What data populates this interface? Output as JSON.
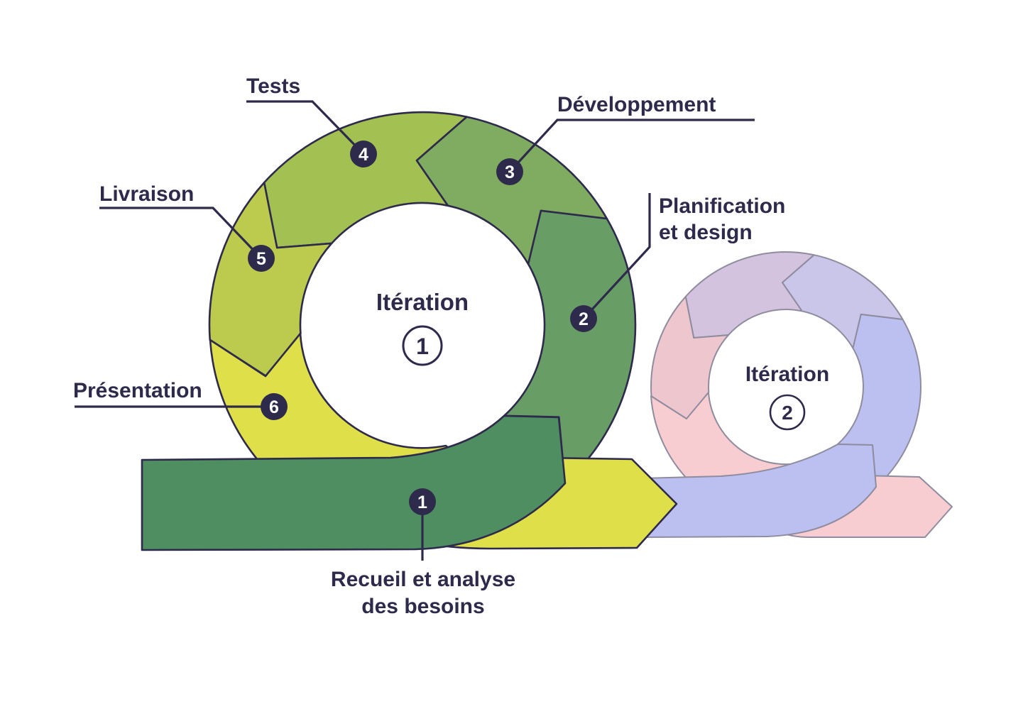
{
  "text_color": "#2e2a4b",
  "background_color": "#ffffff",
  "iteration1": {
    "center_label": "Itération",
    "center_number": "1",
    "outline_color": "#2e2a4c",
    "badge_color": "#2e2a4c",
    "badge_text_color": "#ffffff",
    "steps": [
      {
        "number": "1",
        "label": "Recueil et analyse des besoins",
        "label_line1": "Recueil et analyse",
        "label_line2": "des besoins",
        "color": "#4f8e60"
      },
      {
        "number": "2",
        "label": "Planification et design",
        "label_line1": "Planification",
        "label_line2": "et design",
        "color": "#689e66"
      },
      {
        "number": "3",
        "label": "Développement",
        "color": "#7fac60"
      },
      {
        "number": "4",
        "label": "Tests",
        "color": "#a3c052"
      },
      {
        "number": "5",
        "label": "Livraison",
        "color": "#bccb4d"
      },
      {
        "number": "6",
        "label": "Présentation",
        "color": "#dfe049"
      }
    ]
  },
  "iteration2": {
    "center_label": "Itération",
    "center_number": "2",
    "outline_color": "#8e8c9e",
    "segment_colors": {
      "band": "#bcc0f1",
      "right": "#bcc0f1",
      "top_right": "#c9c6e9",
      "top_left": "#d3c3de",
      "left": "#eec6cd",
      "bottom_and_tail": "#f8cdd1"
    }
  }
}
